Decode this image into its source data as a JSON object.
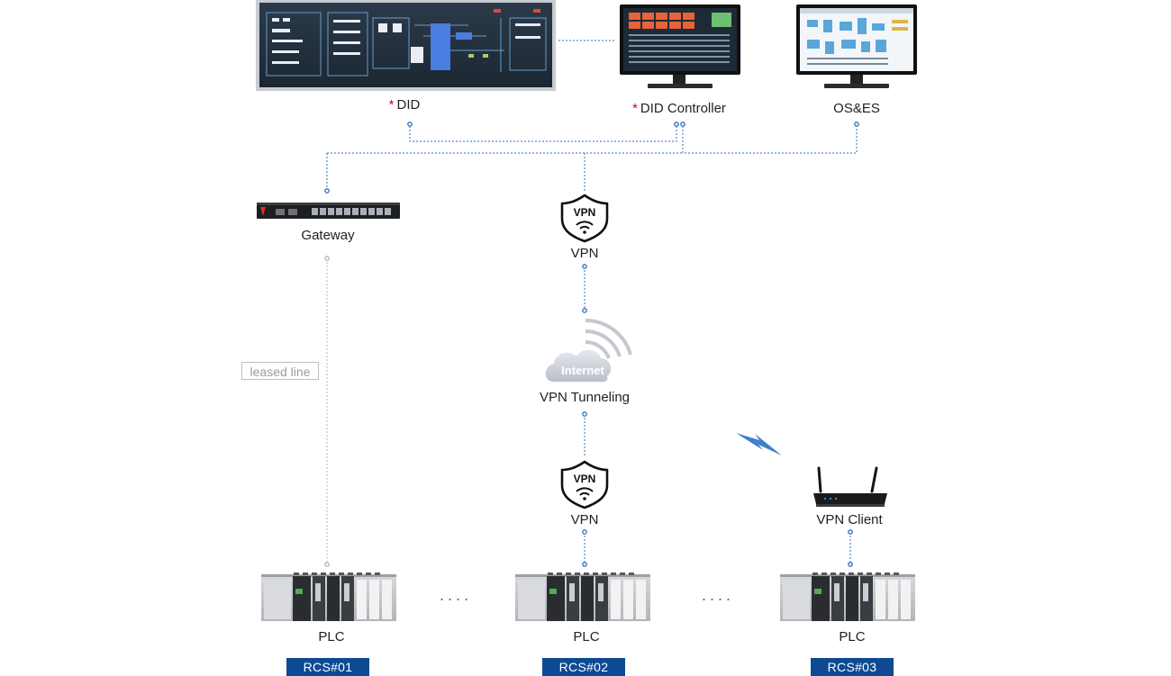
{
  "nodes": {
    "did": {
      "asterisk": "*",
      "label": "DID"
    },
    "did_controller": {
      "asterisk": "*",
      "label": "DID Controller"
    },
    "os_es": {
      "label": "OS&ES"
    },
    "gateway": {
      "label": "Gateway"
    },
    "vpn_top": {
      "label": "VPN",
      "badge": "VPN"
    },
    "internet": {
      "cloud_text": "Internet",
      "label": "VPN Tunneling"
    },
    "vpn_bottom": {
      "label": "VPN",
      "badge": "VPN"
    },
    "vpn_client": {
      "label": "VPN Client"
    },
    "plc_1": {
      "label": "PLC",
      "tag": "RCS#01"
    },
    "plc_2": {
      "label": "PLC",
      "tag": "RCS#02"
    },
    "plc_3": {
      "label": "PLC",
      "tag": "RCS#03"
    }
  },
  "link_labels": {
    "leased_line": "leased line"
  },
  "ellipsis": {
    "first": "....",
    "second": "...."
  },
  "colors": {
    "link": "#2f6fbe",
    "leased_link": "#b5b5b5",
    "rcs_tag": "#0d4a93",
    "asterisk": "#d0021b",
    "wireless_bolt": "#3f7fcf"
  },
  "icons": {
    "did": "control-panel-display-icon",
    "did_controller": "monitor-icon",
    "os_es": "monitor-icon",
    "gateway": "network-switch-icon",
    "vpn": "vpn-shield-icon",
    "internet": "internet-cloud-icon",
    "vpn_client": "wireless-router-icon",
    "plc": "plc-rack-icon",
    "wireless": "lightning-bolt-icon"
  }
}
